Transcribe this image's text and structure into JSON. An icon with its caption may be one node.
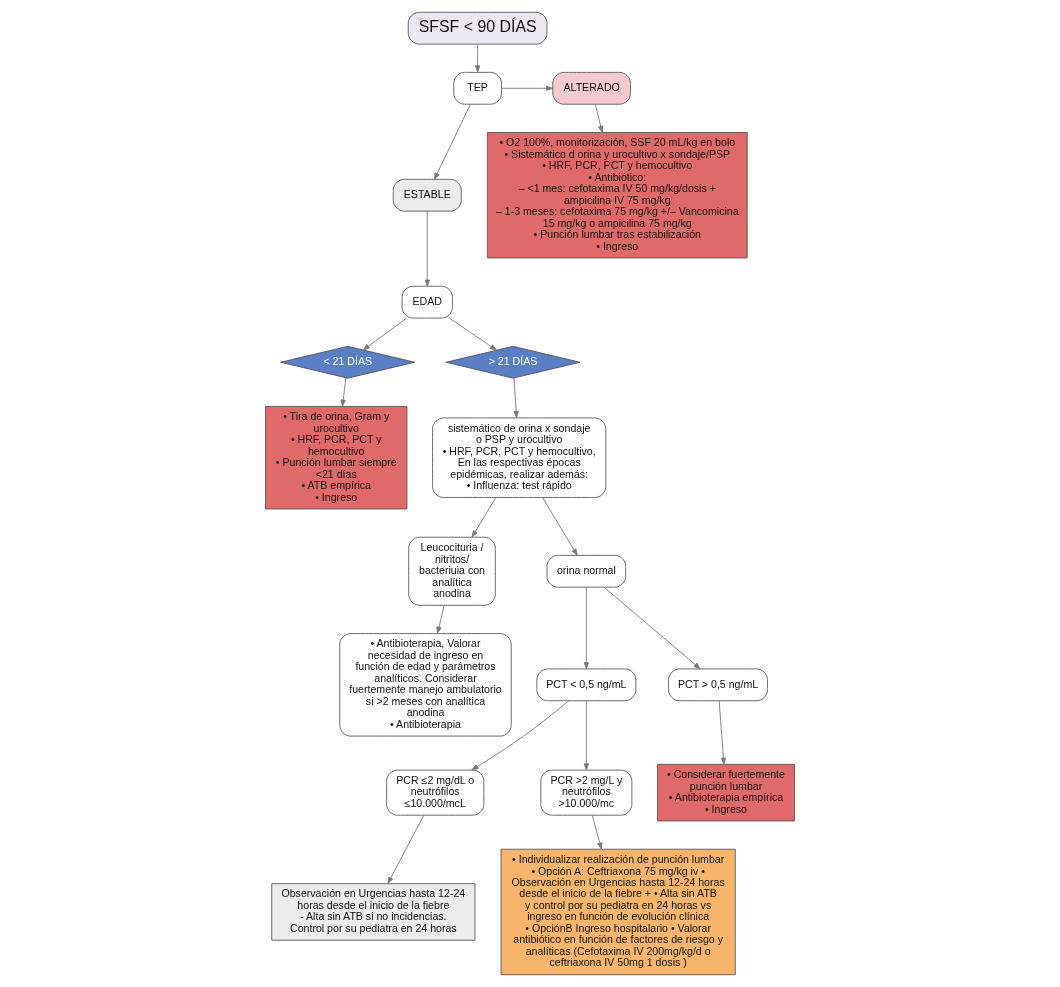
{
  "diagram": {
    "nodes": [
      {
        "text": [
          "SFSF < 90 DÍAS"
        ]
      },
      {
        "text": [
          "TEP"
        ]
      },
      {
        "text": [
          "ALTERADO"
        ]
      },
      {
        "text": [
          "• O2 100%, monitorización, SSF 20 mL/kg en bolo",
          "• Sistemático d orina y urocultivo x sondaje/PSP",
          "• HRF, PCR, PCT y hemocultivo",
          "• Antibiótico:",
          "– <1 mes: cefotaxima IV 50 mg/kg/dosis + ampicilina IV 75 mg/kg",
          "– 1-3 meses: cefotaxima 75 mg/kg +/– Vancomicina 15 mg/kg o ampicilina 75 mg/kg",
          "• Punción lumbar tras estabilización",
          "• Ingreso"
        ]
      },
      {
        "text": [
          "ESTABLE"
        ]
      },
      {
        "text": [
          "EDAD"
        ]
      },
      {
        "text": [
          "< 21 DÍAS"
        ]
      },
      {
        "text": [
          "• Tira de orina, Gram y urocultivo",
          "• HRF, PCR, PCT y hemocultivo",
          "• Punción lumbar siempre <21 días",
          "• ATB empírica",
          "• Ingreso"
        ]
      },
      {
        "text": [
          "> 21 DÍAS"
        ]
      },
      {
        "text": [
          "sistemático de orina x sondaje o PSP y urocultivo",
          "• HRF, PCR, PCT y hemocultivo, En las respectivas épocas epidémicas, realizar además:",
          "• Influenza: test rápido"
        ]
      },
      {
        "text": [
          "Leucocituria / nitritos/ bacteriuia con analítica anodina"
        ]
      },
      {
        "text": [
          "• Antibioterapia, Valorar necesidad de ingreso en función de edad y parámetros analíticos. Considerar fuertemente manejo ambulatorio si >2 meses con analítica anodina",
          "• Antibioterapia"
        ]
      },
      {
        "text": [
          "orina normal"
        ]
      },
      {
        "text": [
          "PCT < 0,5 ng/mL"
        ]
      },
      {
        "text": [
          "PCT > 0,5 ng/mL"
        ]
      },
      {
        "text": [
          "• Considerar fuertemente punción lumbar",
          "• Antibioterapia empírica",
          "• Ingreso"
        ]
      },
      {
        "text": [
          "PCR ≤2 mg/dL o neutrófilos ≤10.000/mcL"
        ]
      },
      {
        "text": [
          "PCR >2 mg/L y neutrófilos >10.000/mc"
        ]
      },
      {
        "text": [
          "Observación en Urgencias hasta 12-24 horas desde el inicio de la fiebre",
          "- Alta sin ATB si no incidencias. Control por su pediatra en 24 horas"
        ]
      },
      {
        "text": [
          "• Individualizar realización de punción lumbar",
          "• Opción A: Ceftriaxona 75 mg/kg iv • Observación en Urgencias hasta 12-24 horas desde el inicio de la fiebre + • Alta sin ATB y control por su pediatra en 24 horas vs ingreso en función de evolución clínica",
          "• OpciónB Ingreso hospitalario • Valorar antibiótico en función de factores de riesgo y analíticas (Cefotaxima IV 200mg/kg/d o ceftriaxona IV 50mg 1 dosis )"
        ]
      }
    ],
    "edges": [
      {
        "from": 0,
        "to": 1,
        "arrow": "to"
      },
      {
        "from": 1,
        "to": 2,
        "arrow": "to"
      },
      {
        "from": 2,
        "to": 3,
        "arrow": "to"
      },
      {
        "from": 1,
        "to": 4,
        "arrow": "to"
      },
      {
        "from": 4,
        "to": 5,
        "arrow": "to"
      },
      {
        "from": 5,
        "to": 6,
        "arrow": "to"
      },
      {
        "from": 6,
        "to": 7,
        "arrow": "to"
      },
      {
        "from": 5,
        "to": 8,
        "arrow": "to"
      },
      {
        "from": 8,
        "to": 9,
        "arrow": "to"
      },
      {
        "from": 9,
        "to": 10,
        "arrow": "to"
      },
      {
        "from": 10,
        "to": 11,
        "arrow": "to"
      },
      {
        "from": 9,
        "to": 12,
        "arrow": "to"
      },
      {
        "from": 12,
        "to": 13,
        "arrow": "to"
      },
      {
        "from": 12,
        "to": 14,
        "arrow": "to"
      },
      {
        "from": 14,
        "to": 15,
        "arrow": "to"
      },
      {
        "from": 13,
        "to": 16,
        "arrow": "to"
      },
      {
        "from": 13,
        "to": 17,
        "arrow": "to"
      },
      {
        "from": 16,
        "to": 18,
        "arrow": "to"
      },
      {
        "from": 17,
        "to": 19,
        "arrow": "to"
      }
    ]
  }
}
